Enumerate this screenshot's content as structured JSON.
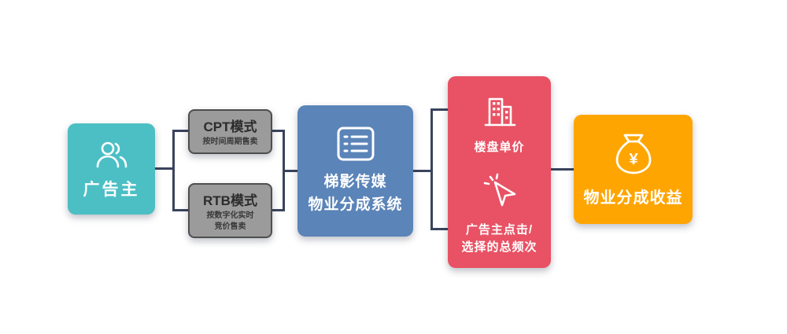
{
  "diagram": {
    "advertiser": {
      "label": "广告主"
    },
    "cpt": {
      "title": "CPT模式",
      "subtitle": "按时间周期售卖"
    },
    "rtb": {
      "title": "RTB模式",
      "subtitle1": "按数字化实时",
      "subtitle2": "竞价售卖"
    },
    "system": {
      "title1": "梯影传媒",
      "title2": "物业分成系统"
    },
    "pricing": {
      "factor1": "楼盘单价",
      "factor2_line1": "广告主点击/",
      "factor2_line2": "选择的总频次"
    },
    "revenue": {
      "label": "物业分成收益"
    },
    "colors": {
      "advertiser": "#4bbfc4",
      "mode_box": "#9b9b9b",
      "system": "#5b84b8",
      "pricing": "#e85264",
      "revenue": "#ffa502",
      "connector": "#39435c"
    }
  }
}
